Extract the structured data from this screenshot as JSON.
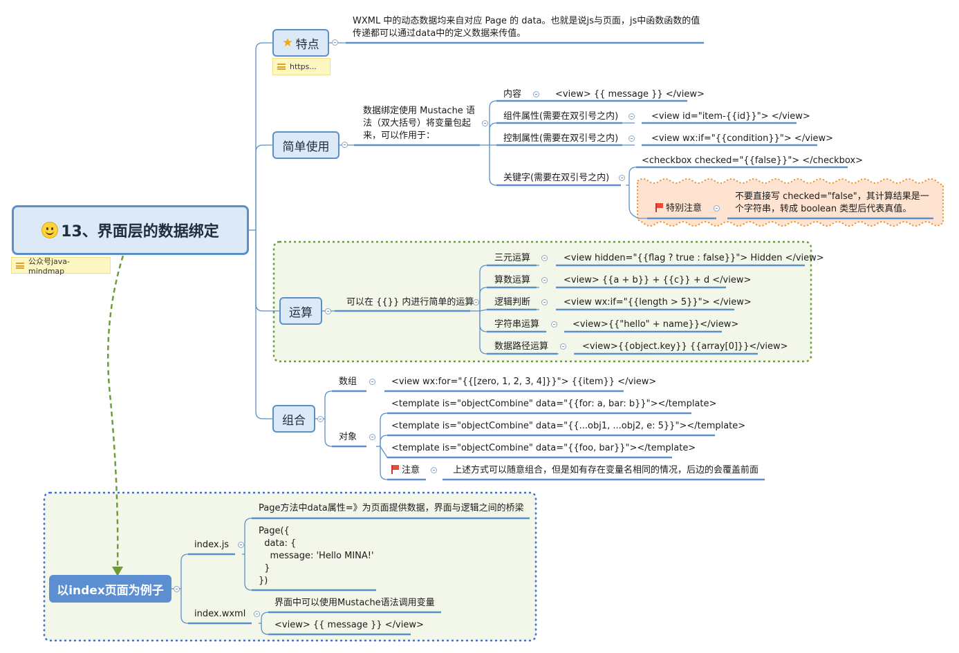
{
  "root": {
    "title": "13、界面层的数据绑定",
    "tag": "公众号java-mindmap"
  },
  "features": {
    "label": "特点",
    "link_tag": "https...",
    "line1": "WXML 中的动态数据均来自对应 Page 的 data。也就是说js与页面，js中函数函数的值",
    "line2": "传递都可以通过data中的定义数据来传值。"
  },
  "simple": {
    "label": "简单使用",
    "desc": [
      "数据绑定使用 Mustache 语",
      "法（双大括号）将变量包起",
      "来，可以作用于："
    ],
    "items": [
      {
        "label": "内容",
        "value": "<view> {{ message }} </view>"
      },
      {
        "label": "组件属性(需要在双引号之内)",
        "value": "<view id=\"item-{{id}}\"> </view>"
      },
      {
        "label": "控制属性(需要在双引号之内)",
        "value": "<view wx:if=\"{{condition}}\"> </view>"
      },
      {
        "label": "关键字(需要在双引号之内)",
        "value": "<checkbox checked=\"{{false}}\"> </checkbox>"
      }
    ],
    "note": {
      "label": "特别注意",
      "text1": "不要直接写 checked=\"false\"，其计算结果是一",
      "text2": "个字符串，转成 boolean 类型后代表真值。"
    }
  },
  "ops": {
    "label": "运算",
    "desc": "可以在 {{}} 内进行简单的运算",
    "items": [
      {
        "label": "三元运算",
        "value": "<view hidden=\"{{flag ? true : false}}\"> Hidden </view>"
      },
      {
        "label": "算数运算",
        "value": "<view> {{a + b}} + {{c}} + d </view>"
      },
      {
        "label": "逻辑判断",
        "value": "<view wx:if=\"{{length > 5}}\"> </view>"
      },
      {
        "label": "字符串运算",
        "value": "<view>{{\"hello\" + name}}</view>"
      },
      {
        "label": "数据路径运算",
        "value": "<view>{{object.key}} {{array[0]}}</view>"
      }
    ]
  },
  "combine": {
    "label": "组合",
    "array_label": "数组",
    "array_value": "<view wx:for=\"{{[zero, 1, 2, 3, 4]}}\"> {{item}} </view>",
    "object_label": "对象",
    "object_values": [
      "<template is=\"objectCombine\" data=\"{{for: a, bar: b}}\"></template>",
      "<template is=\"objectCombine\" data=\"{{...obj1, ...obj2, e: 5}}\"></template>",
      "<template is=\"objectCombine\" data=\"{{foo, bar}}\"></template>"
    ],
    "note_label": "注意",
    "note_text": "上述方式可以随意组合，但是如有存在变量名相同的情况，后边的会覆盖前面"
  },
  "example": {
    "label": "以index页面为例子",
    "indexjs_label": "index.js",
    "indexjs_desc": "Page方法中data属性=》为页面提供数据，界面与逻辑之间的桥梁",
    "indexjs_code": [
      "Page({",
      "  data: {",
      "    message: 'Hello MINA!'",
      "  }",
      "})"
    ],
    "wxml_label": "index.wxml",
    "wxml_desc": "界面中可以使用Mustache语法调用变量",
    "wxml_code": "<view> {{ message }} </view>"
  },
  "colors": {
    "line": "#5b8fc9",
    "node_fill": "#dce9f7",
    "ops_box_border": "#6e9a3a",
    "ops_box_fill": "#f3f7ea",
    "example_box_border": "#3b6fd6",
    "note_fill": "#fde3d0",
    "note_border": "#f08a24",
    "dashed_arrow": "#6e9a3a"
  }
}
